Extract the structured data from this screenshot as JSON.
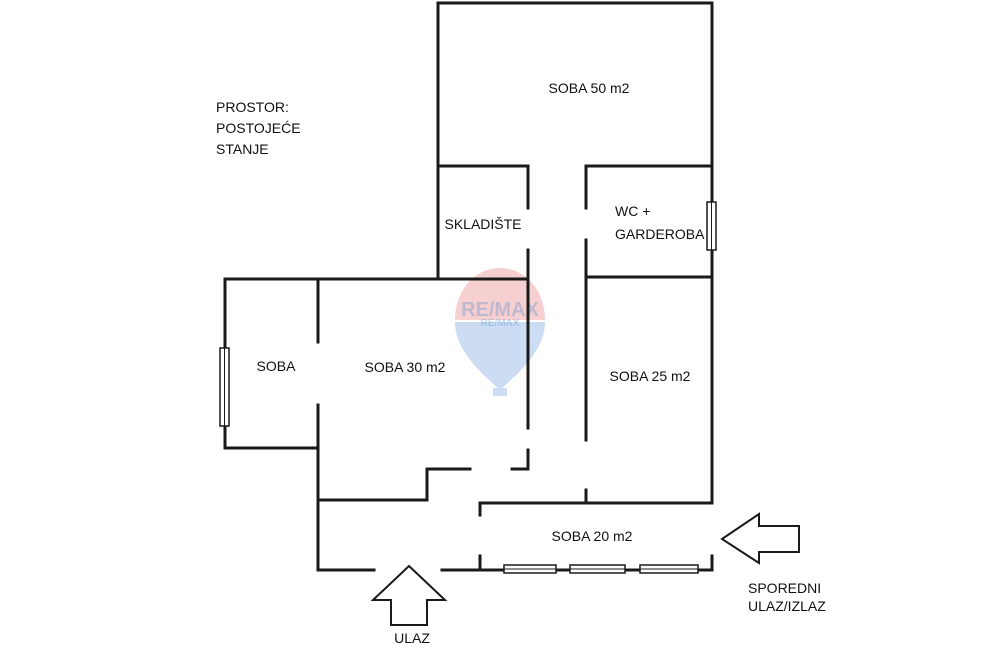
{
  "title_lines": [
    "PROSTOR:",
    "POSTOJEĆE",
    "STANJE"
  ],
  "rooms": {
    "soba_50": "SOBA 50 m2",
    "skladiste": "SKLADIŠTE",
    "wc_lines": [
      "WC +",
      "GARDEROBA"
    ],
    "soba": "SOBA",
    "soba_30": "SOBA 30 m2",
    "soba_25": "SOBA 25 m2",
    "soba_20": "SOBA 20 m2"
  },
  "entrances": {
    "main": "ULAZ",
    "side_lines": [
      "SPOREDNI",
      "ULAZ/IZLAZ"
    ]
  },
  "watermark": {
    "top": "RE/MAX",
    "bottom": "RE/MAX",
    "balloon_top_color": "#e05a5a",
    "balloon_bottom_color": "#4a86d4"
  },
  "colors": {
    "wall": "#1a1a1a",
    "background": "#ffffff"
  }
}
